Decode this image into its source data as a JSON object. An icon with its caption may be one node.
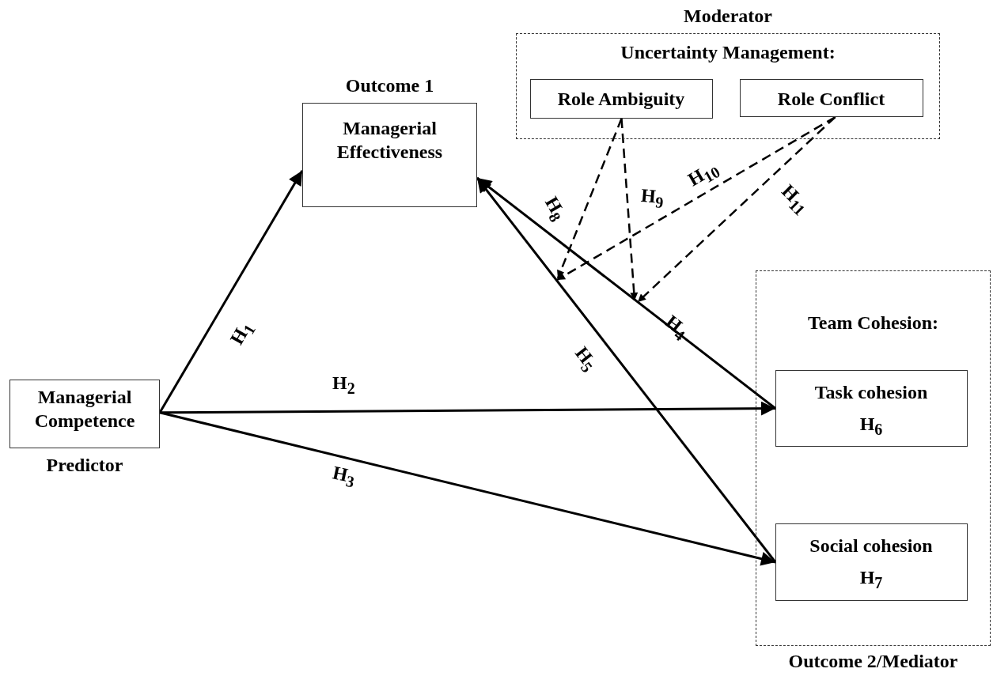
{
  "diagram": {
    "nodes": [
      {
        "text": [
          "Moderator",
          "Uncertainty Management:"
        ]
      },
      {
        "text": [
          "Role Ambiguity"
        ],
        "in": 0
      },
      {
        "text": [
          "Role Conflict"
        ],
        "in": 0
      },
      {
        "text": [
          "Outcome 1",
          "Managerial Effectiveness"
        ]
      },
      {
        "text": [
          "Managerial Competence"
        ],
        "beside": [
          "Predictor"
        ]
      },
      {
        "text": [
          "Team Cohesion:"
        ],
        "beside": [
          "Outcome 2/Mediator"
        ]
      },
      {
        "text": [
          "Task cohesion",
          "H$_{6}$"
        ],
        "in": 5
      },
      {
        "text": [
          "Social cohesion",
          "H$_{7}$"
        ],
        "in": 5
      }
    ],
    "edges": [
      {
        "from": 4,
        "to": 3,
        "arrow": "to",
        "label": "H$_{1}$"
      },
      {
        "from": 4,
        "to": 6,
        "arrow": "to",
        "label": "H$_{2}$"
      },
      {
        "from": 4,
        "to": 7,
        "arrow": "to",
        "label": "H$_{3}$"
      },
      {
        "from": 6,
        "to": 3,
        "arrow": "to",
        "label": "H$_{4}$"
      },
      {
        "from": 7,
        "to": 3,
        "arrow": "to",
        "label": "H$_{5}$"
      },
      {
        "from": 1,
        "to": null,
        "arrow": "to",
        "label": "H$_{8}$",
        "style": "dashed"
      },
      {
        "from": 1,
        "to": null,
        "arrow": "to",
        "label": "H$_{9}$",
        "style": "dashed"
      },
      {
        "from": 2,
        "to": null,
        "arrow": "to",
        "label": "H$_{10}$",
        "style": "dashed"
      },
      {
        "from": 2,
        "to": null,
        "arrow": "to",
        "label": "H$_{11}$",
        "style": "dashed"
      }
    ]
  }
}
